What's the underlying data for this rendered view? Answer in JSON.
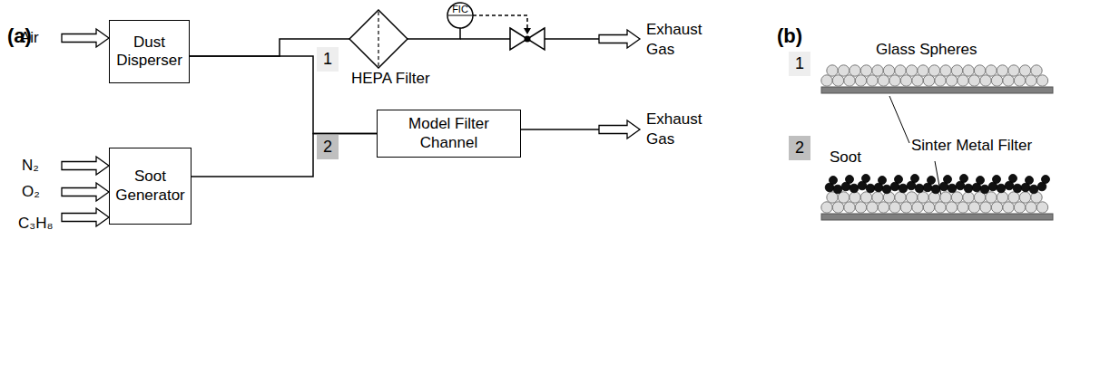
{
  "diagram": {
    "nodes": [
      {
        "text": [
          "Dust Disperser"
        ]
      },
      {
        "text": [
          "HEPA Filter"
        ]
      },
      {
        "text": [
          "FIC"
        ]
      },
      {
        "text": [
          "Model Filter Channel"
        ]
      },
      {
        "text": [
          "Soot Generator"
        ]
      }
    ],
    "edges": [
      {
        "from": 0,
        "to": 1,
        "arrow": "none"
      },
      {
        "from": 0,
        "to": 3,
        "arrow": "none"
      },
      {
        "from": 4,
        "to": 3,
        "arrow": "none"
      },
      {
        "from": 1,
        "to": 2,
        "arrow": "none"
      }
    ],
    "labels": [
      "(a)",
      "Air",
      "N₂",
      "O₂",
      "C₃H₈",
      "1",
      "2",
      "Exhaust Gas",
      "Exhaust Gas",
      "(b)",
      "1",
      "Glass Spheres",
      "2",
      "Soot",
      "Sinter Metal Filter"
    ]
  }
}
